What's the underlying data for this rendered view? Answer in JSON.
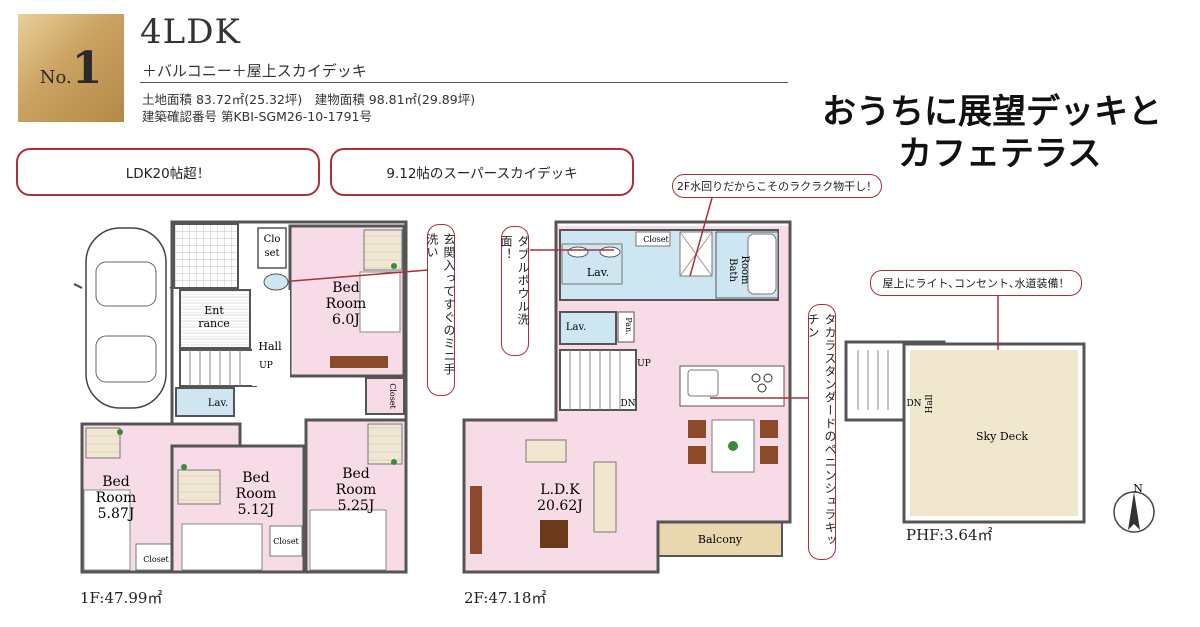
{
  "badge": {
    "prefix": "No.",
    "number": "1"
  },
  "header": {
    "plan_type": "4LDK",
    "subtitle": "＋バルコニー＋屋上スカイデッキ",
    "area_line": "土地面積 83.72㎡(25.32坪)　建物面積 98.81㎡(29.89坪)",
    "cert_line": "建築確認番号 第KBI-SGM26-10-1791号"
  },
  "headline": {
    "line1": "おうちに展望デッキと",
    "line2": "カフェテラス"
  },
  "features": {
    "ldk": "LDK20帖超！",
    "sky_deck": "9.12帖のスーパースカイデッキ"
  },
  "callouts": {
    "laundry": "2F水回りだからこそのラクラク物干し！",
    "entrance_sink": "玄関入ってすぐのミニ手洗い",
    "double_bowl": "ダブルボウル洗面！",
    "kitchen": "タカラスタンダードのペニンシュラキッチン",
    "rooftop": "屋上にライト､コンセント､水道装備！"
  },
  "floor1": {
    "area": "1F:47.99㎡",
    "rooms": {
      "closet_top": "Clo\nset",
      "bed1_name": "Bed",
      "bed1_name2": "Room",
      "bed1_size": "6.0J",
      "entrance1": "Ent",
      "entrance2": "rance",
      "hall": "Hall",
      "up": "UP",
      "lav": "Lav.",
      "closet_v": "Closet",
      "bed2_name": "Bed",
      "bed2_name2": "Room",
      "bed2_size": "5.87J",
      "bed3_name": "Bed",
      "bed3_name2": "Room",
      "bed3_size": "5.12J",
      "bed4_name": "Bed",
      "bed4_name2": "Room",
      "bed4_size": "5.25J",
      "closet_b1": "Closet",
      "closet_b2": "Closet"
    }
  },
  "floor2": {
    "area": "2F:47.18㎡",
    "rooms": {
      "closet": "Closet",
      "lav": "Lav.",
      "bath": "Bath",
      "bath2": "Room",
      "lav_small": "Lav.",
      "pan": "Pan.",
      "up": "UP",
      "dn": "DN",
      "ldk": "L.D.K",
      "ldk_size": "20.62J",
      "balcony": "Balcony"
    }
  },
  "roof": {
    "area": "PHF:3.64㎡",
    "rooms": {
      "dn": "DN",
      "hall": "Hall",
      "deck": "Sky Deck"
    }
  },
  "compass": {
    "north": "N"
  },
  "colors": {
    "accent": "#a8323a",
    "bedroom": "#f7dbe7",
    "water": "#cde6f1",
    "deck": "#f1e7cf",
    "wall": "#555555",
    "gold": "#caa261"
  }
}
